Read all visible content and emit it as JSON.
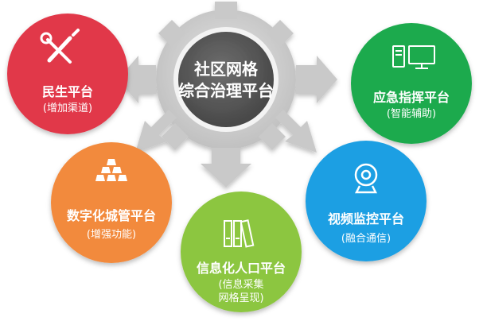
{
  "center": {
    "line1": "社区网格",
    "line2": "综合治理平台"
  },
  "nodes": [
    {
      "id": "minsheng",
      "title": "民生平台",
      "sub": [
        "(增加渠道)"
      ],
      "color": "#e1384a",
      "icon": "tools-icon"
    },
    {
      "id": "yingji",
      "title": "应急指挥平台",
      "sub": [
        "(智能辅助)"
      ],
      "color": "#1aaa4d",
      "icon": "computer-icon"
    },
    {
      "id": "chengguan",
      "title": "数字化城管平台",
      "sub": [
        "(增强功能)"
      ],
      "color": "#f28a3c",
      "icon": "blocks-icon"
    },
    {
      "id": "renkou",
      "title": "信息化人口平台",
      "sub": [
        "(信息采集",
        "网格呈现)"
      ],
      "color": "#8cc63f",
      "icon": "binders-icon"
    },
    {
      "id": "shipin",
      "title": "视频监控平台",
      "sub": [
        "(融合通信)"
      ],
      "color": "#1e9fe3",
      "icon": "webcam-icon"
    }
  ],
  "colors": {
    "gear": "#c8c8c8",
    "hub": "#5a5a5a"
  }
}
